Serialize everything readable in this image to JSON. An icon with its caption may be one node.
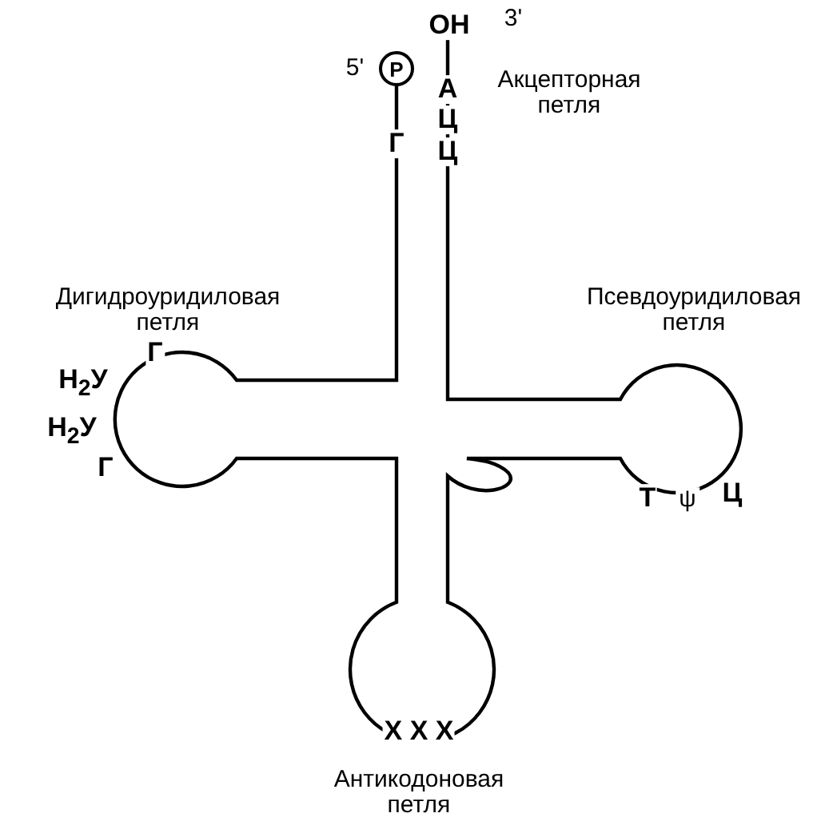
{
  "diagram": {
    "nodes": [
      {
        "text": [
          "P"
        ]
      }
    ],
    "edges": [],
    "labels": [
      "ОН",
      "3'",
      "5'",
      "А",
      "Акцепторная петля",
      "Ц",
      "Г",
      "Ц",
      "Дигидроуридиловая петля",
      "Псевдоуридиловая петля",
      "Г",
      "Н$_{2}$У",
      "Н$_{2}$У",
      "Г",
      "Т",
      "ψ",
      "Ц",
      "Х Х Х",
      "Антикодоновая петля"
    ]
  }
}
